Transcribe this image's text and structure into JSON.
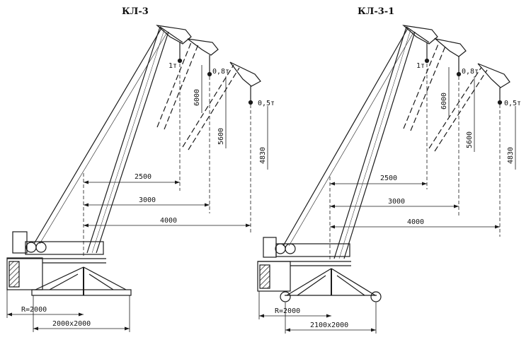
{
  "diagrams": [
    {
      "title": "КЛ-3",
      "loads": [
        "1т",
        "0,8т",
        "0,5т"
      ],
      "heights": [
        "6000",
        "5600",
        "4830"
      ],
      "reaches": [
        "2500",
        "3000",
        "4000"
      ],
      "radius": "R=2000",
      "base": "2000х2000",
      "wheels": false
    },
    {
      "title": "КЛ-3-1",
      "loads": [
        "1т",
        "0,8т",
        "0,5т"
      ],
      "heights": [
        "6000",
        "5600",
        "4830"
      ],
      "reaches": [
        "2500",
        "3000",
        "4000"
      ],
      "radius": "R=2000",
      "base": "2100х2000",
      "wheels": true
    }
  ],
  "colors": {
    "line": "#1a1a1a",
    "paper": "#ffffff"
  }
}
